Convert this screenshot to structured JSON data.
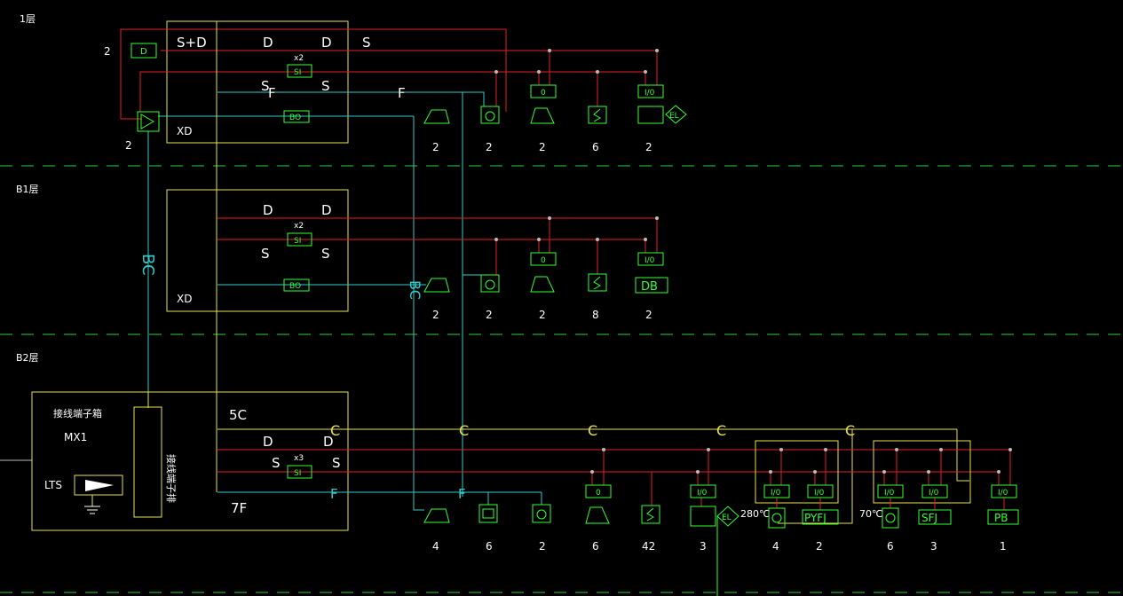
{
  "floors": {
    "f1": "1层",
    "b1": "B1层",
    "b2": "B2层"
  },
  "box": {
    "title": "接线端子箱",
    "name": "MX1",
    "terminal": "接线端子排",
    "lts": "LTS"
  },
  "xd": "XD",
  "bus_labels": {
    "sd": "S+D",
    "d": "D",
    "s": "S",
    "f": "F",
    "c": "C",
    "bc": "BC",
    "x2": "x2",
    "x3": "x3",
    "si": "SI",
    "bo": "BO",
    "sc5": "5C",
    "f7": "7F"
  },
  "f1": {
    "left_count": "2",
    "amp_count": "2",
    "detector": "D",
    "counts": [
      "2",
      "2",
      "2",
      "6",
      "2"
    ],
    "module_labels": [
      "0",
      "I/0"
    ],
    "el": "EL"
  },
  "b1": {
    "counts": [
      "2",
      "2",
      "2",
      "8",
      "2"
    ],
    "module_labels": [
      "0",
      "I/0"
    ],
    "db": "DB"
  },
  "b2": {
    "counts": [
      "4",
      "6",
      "2",
      "6",
      "42",
      "3",
      "4",
      "2",
      "6",
      "3",
      "1"
    ],
    "module_labels": [
      "0",
      "I/0",
      "I/0",
      "I/0",
      "I/0",
      "I/0",
      "I/0"
    ],
    "el": "EL",
    "temp1": "280℃",
    "temp2": "70℃",
    "pyfj": "PYFJ",
    "sfj": "SFJ",
    "pb": "PB"
  }
}
